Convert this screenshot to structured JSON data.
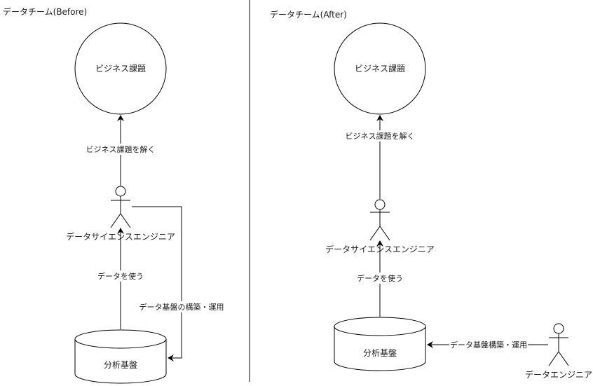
{
  "panels": {
    "before": {
      "title": "データチーム(Before)",
      "business_node": "ビジネス課題",
      "solve_edge": "ビジネス課題を解く",
      "scientist_actor": "データサイエンスエンジニア",
      "use_data_edge": "データを使う",
      "build_edge": "データ基盤の構築・運用",
      "platform_node": "分析基盤"
    },
    "after": {
      "title": "データチーム(After)",
      "business_node": "ビジネス課題",
      "solve_edge": "ビジネス課題を解く",
      "scientist_actor": "データサイエンスエンジニア",
      "use_data_edge": "データを使う",
      "build_edge": "データ基盤構築・運用",
      "platform_node": "分析基盤",
      "engineer_actor": "データエンジニア"
    }
  },
  "colors": {
    "stroke": "#000000",
    "text": "#1a1a1a",
    "background": "#ffffff"
  }
}
